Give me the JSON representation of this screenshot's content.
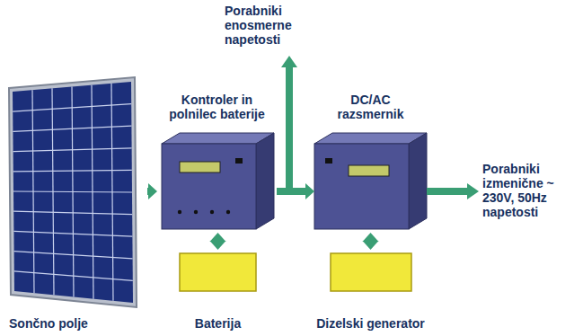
{
  "diagram": {
    "nodes": [
      {
        "text": [
          "Sončno polje"
        ]
      },
      {
        "text": [
          "Kontroler in polnilec baterije"
        ]
      },
      {
        "text": [
          "DC/AC razsmernik"
        ]
      },
      {
        "text": [
          "Baterija"
        ]
      },
      {
        "text": [
          "Dizelski generator"
        ]
      }
    ],
    "edges": [
      {
        "from": 0,
        "to": 1,
        "arrow": "to"
      },
      {
        "from": 1,
        "to": 2,
        "arrow": "to"
      },
      {
        "from": 3,
        "to": 1,
        "arrow": "both"
      },
      {
        "from": 4,
        "to": 2,
        "arrow": "both"
      }
    ],
    "labels": [
      "Porabniki enosmerne napetosti",
      "Porabniki izmenične ~ 230V, 50Hz napetosti"
    ]
  }
}
